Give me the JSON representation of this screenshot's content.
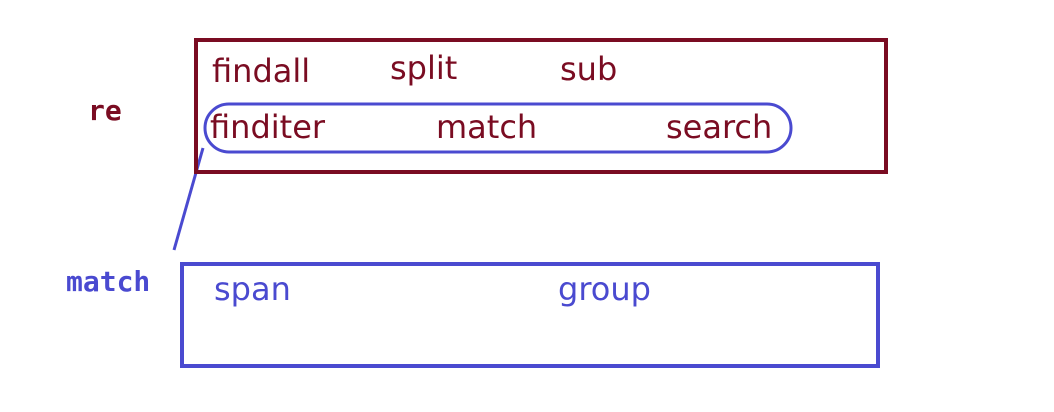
{
  "colors": {
    "re_color": "#7a0c22",
    "match_color": "#4a4ad0"
  },
  "re_module": {
    "label": "re",
    "row1": [
      "findall",
      "split",
      "sub"
    ],
    "row2": [
      "finditer",
      "match",
      "search"
    ]
  },
  "match_object": {
    "label": "match",
    "methods": [
      "span",
      "group"
    ]
  }
}
